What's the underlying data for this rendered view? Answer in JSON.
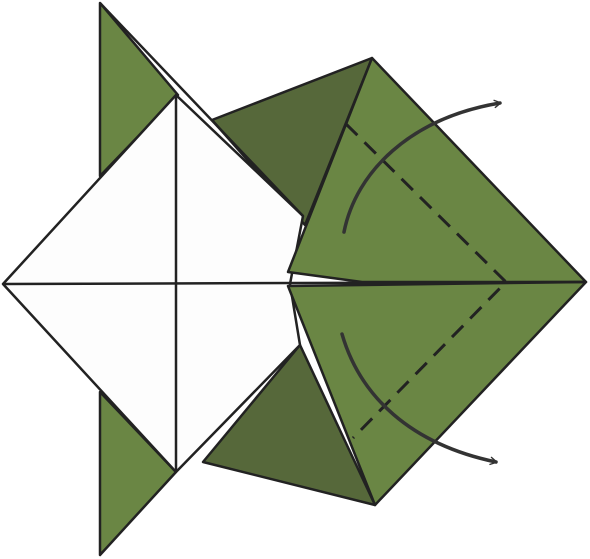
{
  "diagram": {
    "kind": "origami-fold-step",
    "colors": {
      "paper_green": "#6a8644",
      "paper_dark_green": "#56683a",
      "paper_white": "#fdfdfd",
      "outline": "#222222",
      "arrow": "#333333"
    },
    "fold_lines": [
      {
        "style": "valley",
        "shown_as": "dashed"
      }
    ],
    "arrows": [
      {
        "direction": "up-right"
      },
      {
        "direction": "down-right"
      }
    ]
  }
}
